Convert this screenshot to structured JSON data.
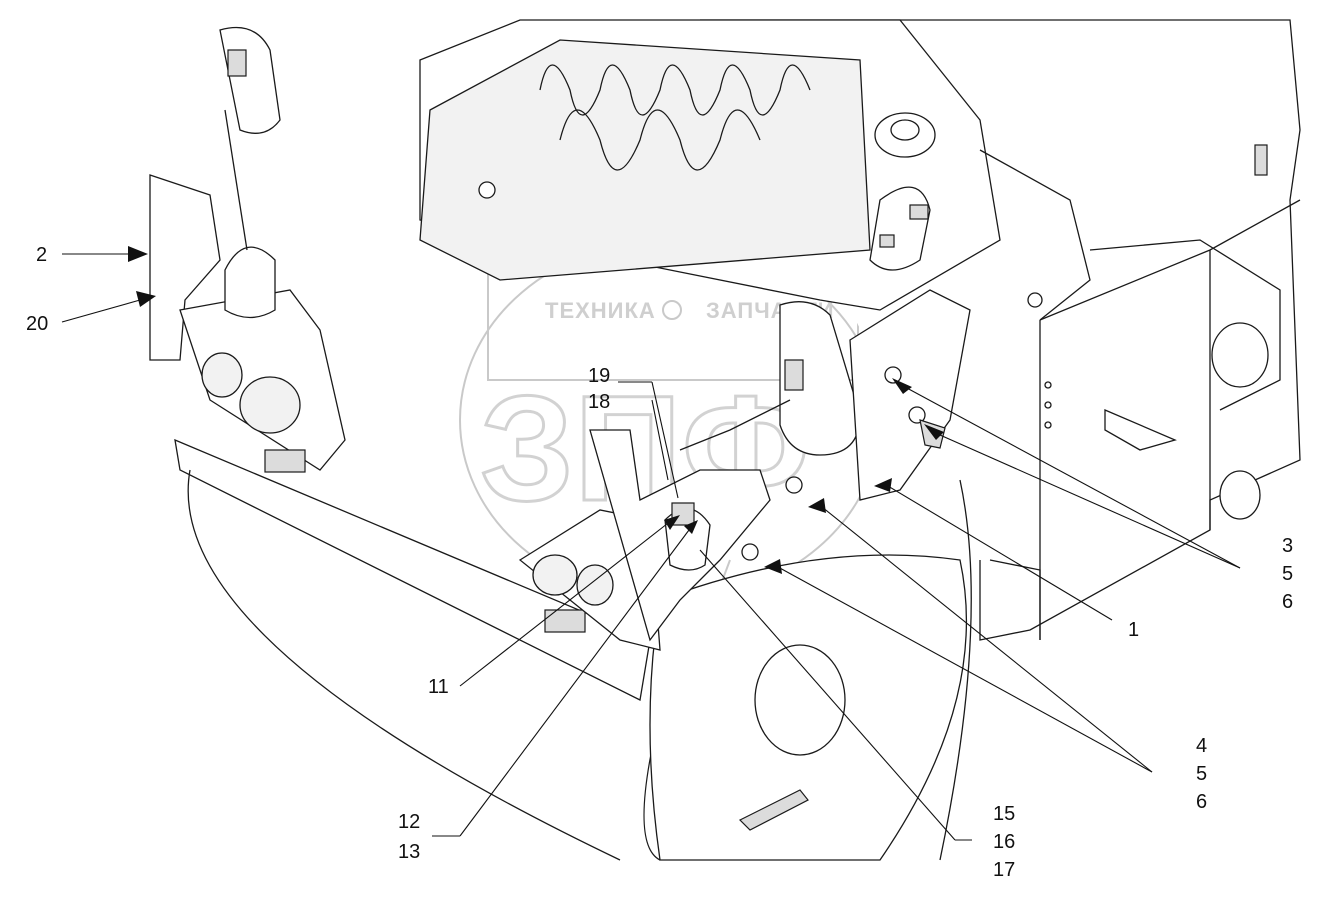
{
  "watermark": {
    "text_left": "ТЕХНИКА",
    "text_right": "ЗАПЧАСТИ",
    "monogram": "ЗПФ"
  },
  "callouts": {
    "c1": "1",
    "c2": "2",
    "c3": "3",
    "c4": "4",
    "c5a": "5",
    "c5b": "5",
    "c6a": "6",
    "c6b": "6",
    "c11": "11",
    "c12": "12",
    "c13": "13",
    "c15": "15",
    "c16": "16",
    "c17": "17",
    "c18": "18",
    "c19": "19",
    "c20": "20"
  }
}
